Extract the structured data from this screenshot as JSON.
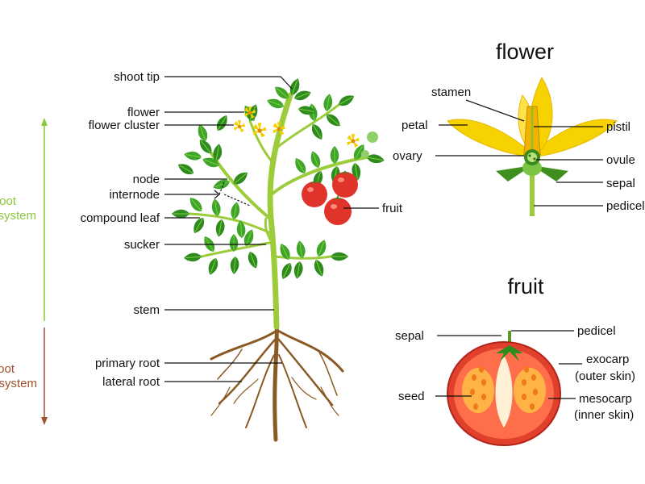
{
  "colors": {
    "shoot_system": "#8cc63f",
    "root_system": "#a0522d",
    "stem": "#9ccc3a",
    "leaf": "#2e8b1e",
    "petal": "#f5d200",
    "tomato": "#e0332a",
    "root": "#8a5a24"
  },
  "systems": {
    "shoot_line1": "shoot",
    "shoot_line2": "system",
    "root_line1": "root",
    "root_line2": "system"
  },
  "plant_labels": {
    "shoot_tip": "shoot tip",
    "flower": "flower",
    "flower_cluster": "flower cluster",
    "node": "node",
    "internode": "internode",
    "compound_leaf": "compound leaf",
    "sucker": "sucker",
    "stem": "stem",
    "primary_root": "primary root",
    "lateral_root": "lateral root",
    "fruit": "fruit"
  },
  "flower_section": {
    "title": "flower",
    "stamen": "stamen",
    "petal": "petal",
    "ovary": "ovary",
    "pistil": "pistil",
    "ovule": "ovule",
    "sepal": "sepal",
    "pedicel": "pedicel"
  },
  "fruit_section": {
    "title": "fruit",
    "sepal": "sepal",
    "pedicel": "pedicel",
    "seed": "seed",
    "exocarp": "exocarp",
    "exocarp_note": "(outer skin)",
    "mesocarp": "mesocarp",
    "mesocarp_note": "(inner skin)"
  }
}
